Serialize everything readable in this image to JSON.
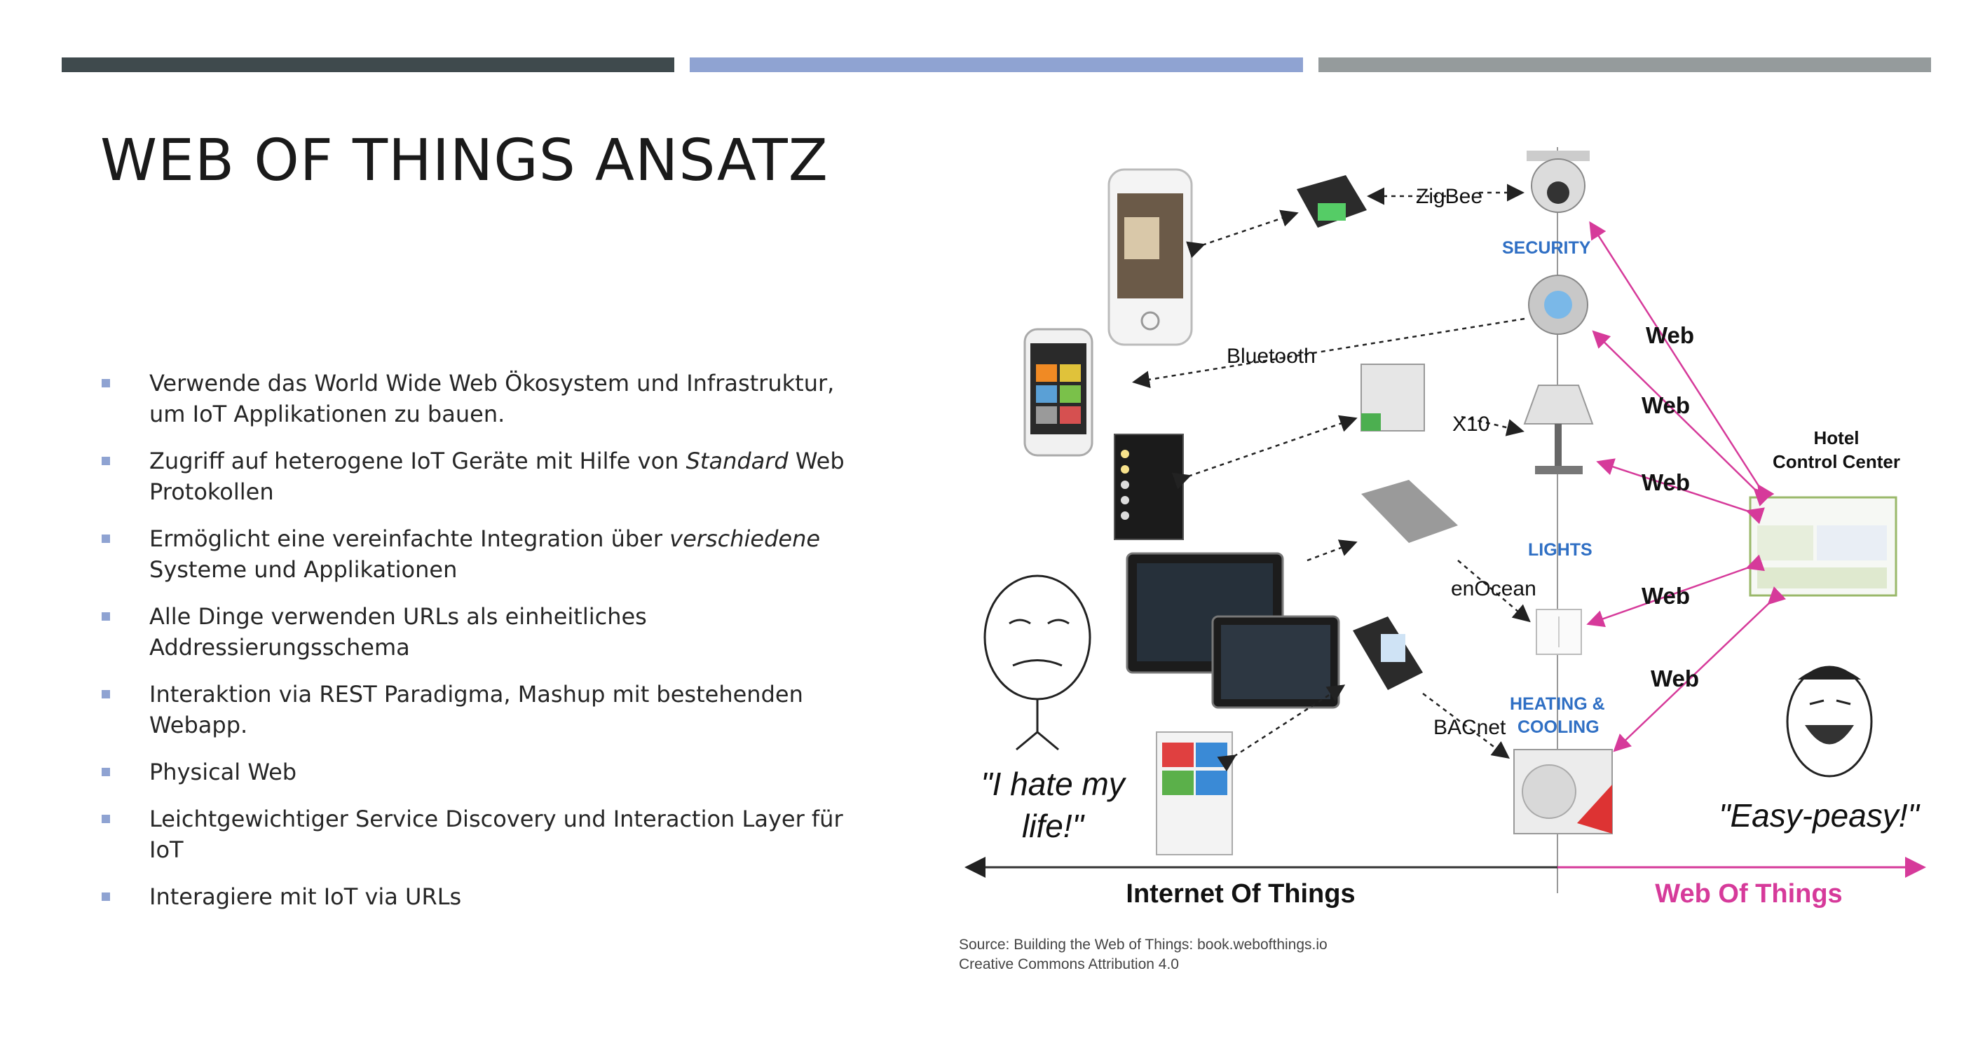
{
  "slide": {
    "title": "WEB OF THINGS ANSATZ",
    "bullets": [
      {
        "parts": [
          {
            "t": "Verwende das World Wide Web Ökosystem und Infrastruktur, um IoT Applikationen zu bauen.",
            "i": false
          }
        ]
      },
      {
        "parts": [
          {
            "t": "Zugriff auf heterogene IoT Geräte mit Hilfe von ",
            "i": false
          },
          {
            "t": "Standard",
            "i": true
          },
          {
            "t": " Web Protokollen",
            "i": false
          }
        ]
      },
      {
        "parts": [
          {
            "t": "Ermöglicht eine vereinfachte Integration über ",
            "i": false
          },
          {
            "t": "verschiedene",
            "i": true
          },
          {
            "t": " Systeme und Applikationen",
            "i": false
          }
        ]
      },
      {
        "parts": [
          {
            "t": "Alle Dinge verwenden URLs als einheitliches Addressierungsschema",
            "i": false
          }
        ]
      },
      {
        "parts": [
          {
            "t": "Interaktion via REST Paradigma, Mashup mit bestehenden Webapp.",
            "i": false
          }
        ]
      },
      {
        "parts": [
          {
            "t": "Physical Web",
            "i": false
          }
        ]
      },
      {
        "parts": [
          {
            "t": "Leichtgewichtiger Service Discovery und Interaction Layer für IoT",
            "i": false
          }
        ]
      },
      {
        "parts": [
          {
            "t": "Interagiere mit IoT via URLs",
            "i": false
          }
        ]
      }
    ],
    "colors": {
      "bar1": "#3f4a4d",
      "bar2": "#8fa3d2",
      "bar3": "#959b9c",
      "bullet": "#8fa3d2"
    }
  },
  "diagram": {
    "protocols": {
      "zigbee": "ZigBee",
      "bluetooth": "Bluetooth",
      "x10": "X10",
      "enocean": "enOcean",
      "bacnet": "BACnet"
    },
    "categories": {
      "security": "SECURITY",
      "lights": "LIGHTS",
      "heating": "HEATING &",
      "cooling": "COOLING"
    },
    "web_label": "Web",
    "hotel_line1": "Hotel",
    "hotel_line2": "Control Center",
    "quote_left_1": "\"I hate my",
    "quote_left_2": "life!\"",
    "quote_right": "\"Easy-peasy!\"",
    "iot_label": "Internet Of Things",
    "wot_label": "Web Of Things",
    "colors": {
      "category": "#2f6fc4",
      "web": "#d63a9a",
      "wot": "#d63a9a",
      "dark": "#111111"
    }
  },
  "source": {
    "line1": "Source: Building the Web of Things: book.webofthings.io",
    "line2": "Creative Commons Attribution 4.0"
  }
}
